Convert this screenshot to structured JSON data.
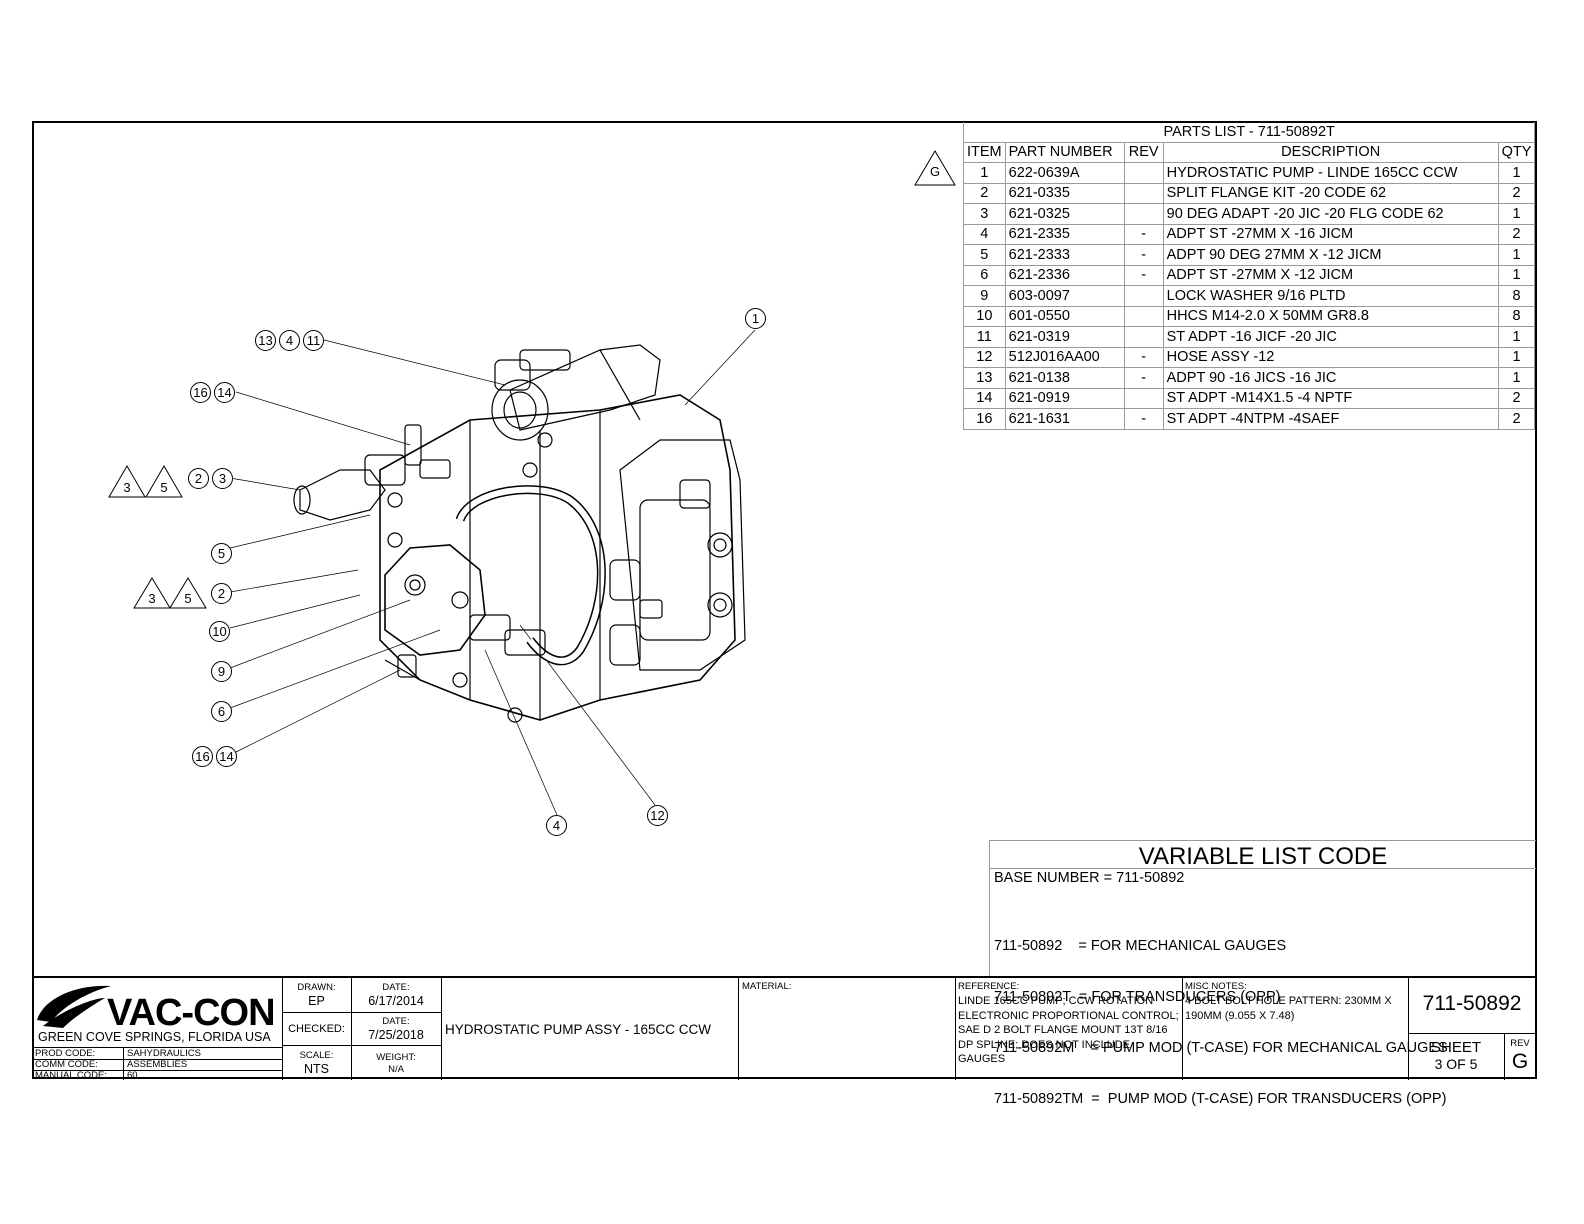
{
  "parts_list": {
    "title": "PARTS LIST - 711-50892T",
    "revision_marker": "G",
    "headers": [
      "ITEM",
      "PART NUMBER",
      "REV",
      "DESCRIPTION",
      "QTY"
    ],
    "rows": [
      {
        "item": "1",
        "pn": "622-0639A",
        "rev": "",
        "desc": "HYDROSTATIC PUMP - LINDE 165CC CCW",
        "qty": "1"
      },
      {
        "item": "2",
        "pn": "621-0335",
        "rev": "",
        "desc": "SPLIT FLANGE KIT -20 CODE 62",
        "qty": "2"
      },
      {
        "item": "3",
        "pn": "621-0325",
        "rev": "",
        "desc": "90 DEG ADAPT -20 JIC -20 FLG CODE 62",
        "qty": "1"
      },
      {
        "item": "4",
        "pn": "621-2335",
        "rev": "-",
        "desc": "ADPT ST -27MM X -16 JICM",
        "qty": "2"
      },
      {
        "item": "5",
        "pn": "621-2333",
        "rev": "-",
        "desc": "ADPT 90 DEG 27MM X -12 JICM",
        "qty": "1"
      },
      {
        "item": "6",
        "pn": "621-2336",
        "rev": "-",
        "desc": "ADPT ST -27MM X -12 JICM",
        "qty": "1"
      },
      {
        "item": "9",
        "pn": "603-0097",
        "rev": "",
        "desc": "LOCK WASHER 9/16 PLTD",
        "qty": "8"
      },
      {
        "item": "10",
        "pn": "601-0550",
        "rev": "",
        "desc": "HHCS M14-2.0 X 50MM GR8.8",
        "qty": "8"
      },
      {
        "item": "11",
        "pn": "621-0319",
        "rev": "",
        "desc": "ST ADPT -16 JICF -20 JIC",
        "qty": "1"
      },
      {
        "item": "12",
        "pn": "512J016AA00",
        "rev": "-",
        "desc": "HOSE ASSY -12",
        "qty": "1"
      },
      {
        "item": "13",
        "pn": "621-0138",
        "rev": "-",
        "desc": "ADPT 90 -16 JICS -16 JIC",
        "qty": "1"
      },
      {
        "item": "14",
        "pn": "621-0919",
        "rev": "",
        "desc": "ST ADPT -M14X1.5 -4 NPTF",
        "qty": "2"
      },
      {
        "item": "16",
        "pn": "621-1631",
        "rev": "-",
        "desc": "ST ADPT -4NTPM -4SAEF",
        "qty": "2"
      }
    ]
  },
  "variable_list": {
    "title": "VARIABLE LIST CODE",
    "base": "BASE NUMBER = 711-50892",
    "lines": [
      "711-50892    = FOR MECHANICAL GAUGES",
      "711-50892T  = FOR TRANSDUCERS (OPP)",
      "711-50892M    = PUMP MOD (T-CASE) FOR MECHANICAL GAUGES",
      "711-50892TM  =  PUMP MOD (T-CASE) FOR TRANSDUCERS (OPP)"
    ]
  },
  "callouts": {
    "b1": "1",
    "b13": "13",
    "b4a": "4",
    "b11": "11",
    "b16a": "16",
    "b14a": "14",
    "b2a": "2",
    "b3": "3",
    "b5": "5",
    "b2b": "2",
    "b10": "10",
    "b9": "9",
    "b6": "6",
    "b16b": "16",
    "b14b": "14",
    "b4b": "4",
    "b12": "12",
    "t3a": "3",
    "t5a": "5",
    "t3b": "3",
    "t5b": "5"
  },
  "title_block": {
    "company": "VAC-CON",
    "location": "GREEN COVE SPRINGS, FLORIDA USA",
    "prod_code_label": "PROD CODE:",
    "prod_code": "SAHYDRAULICS",
    "comm_code_label": "COMM CODE:",
    "comm_code": "ASSEMBLIES",
    "manual_code_label": "MANUAL CODE:",
    "manual_code": "60",
    "drawn_label": "DRAWN:",
    "drawn": "EP",
    "date_label": "DATE:",
    "drawn_date": "6/17/2014",
    "checked_label": "CHECKED:",
    "checked_date_label": "DATE:",
    "checked_date": "7/25/2018",
    "scale_label": "SCALE:",
    "scale": "NTS",
    "weight_label": "WEIGHT:",
    "weight": "N/A",
    "drawing_title": "HYDROSTATIC PUMP ASSY - 165CC CCW",
    "material_label": "MATERIAL:",
    "reference_label": "REFERENCE:",
    "reference": "LINDE 165CC PUMP; CCW ROTATION ELECTRONIC PROPORTIONAL CONTROL; SAE D 2 BOLT FLANGE MOUNT 13T 8/16 DP SPLINE; DOES NOT INCLUDE GAUGES",
    "misc_label": "MISC NOTES:",
    "misc": "4 BOLT BOLT HOLE PATTERN: 230MM X 190MM (9.055 X 7.48)",
    "drawing_number": "711-50892",
    "sheet_label": "SHEET",
    "sheet": "3  OF 5",
    "rev_label": "REV",
    "rev": "G"
  }
}
